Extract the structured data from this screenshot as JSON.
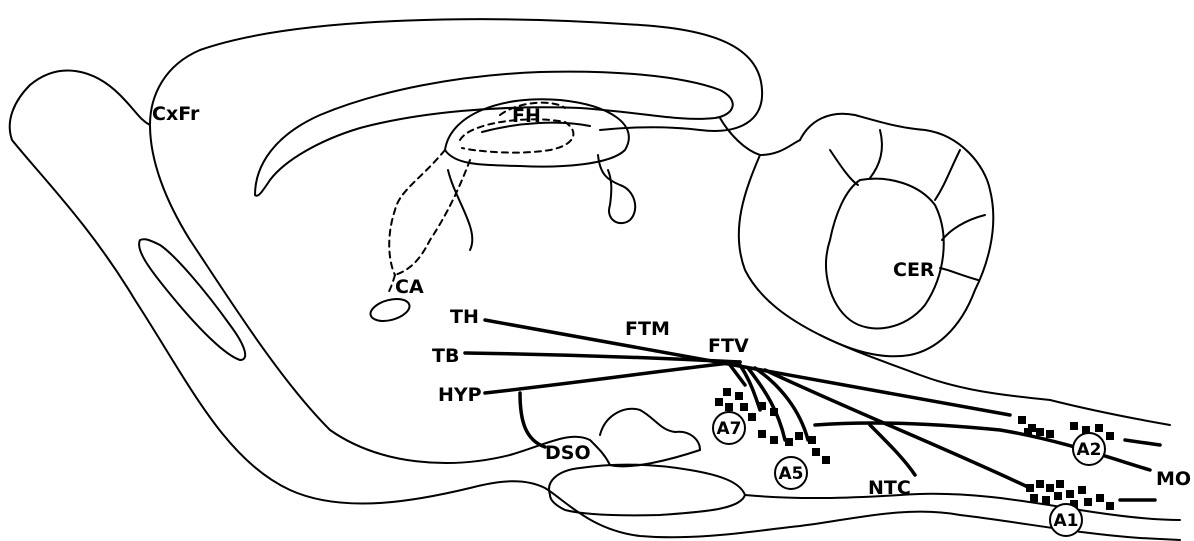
{
  "labels": {
    "cxfr": "CxFr",
    "fh": "FH",
    "ca": "CA",
    "cer": "CER",
    "th": "TH",
    "tb": "TB",
    "hyp": "HYP",
    "ftm": "FTM",
    "ftv": "FTV",
    "dso": "DSO",
    "ntc": "NTC",
    "mo": "MO"
  },
  "cell_groups": [
    "A7",
    "A5",
    "A2",
    "A1"
  ],
  "colors": {
    "stroke": "#000000",
    "background": "#ffffff"
  }
}
